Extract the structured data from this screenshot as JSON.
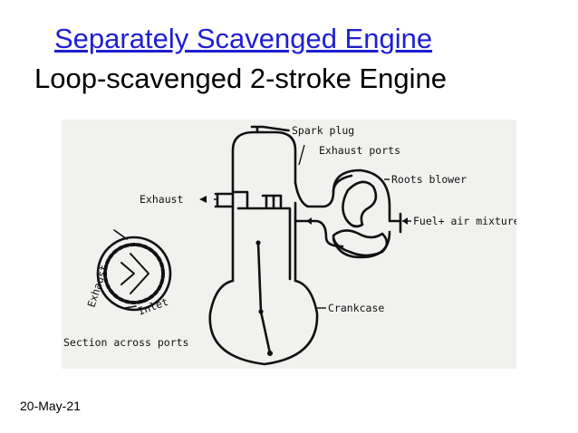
{
  "slide": {
    "title_link": "Separately Scavenged Engine",
    "subtitle": "Loop-scavenged 2-stroke Engine",
    "date": "20-May-21"
  },
  "diagram": {
    "labels": {
      "spark_plug": "Spark plug",
      "exhaust_ports": "Exhaust ports",
      "roots_blower": "Roots blower",
      "exhaust": "Exhaust",
      "fuel_air": "Fuel+ air mixture",
      "crankcase": "Crankcase",
      "exhaust_side": "Exhaust",
      "inlet": "Inlet",
      "section": "Section across ports"
    }
  },
  "colors": {
    "link": "#1f1fd1",
    "figure_bg": "#f1f1ef",
    "ink": "#111111"
  }
}
